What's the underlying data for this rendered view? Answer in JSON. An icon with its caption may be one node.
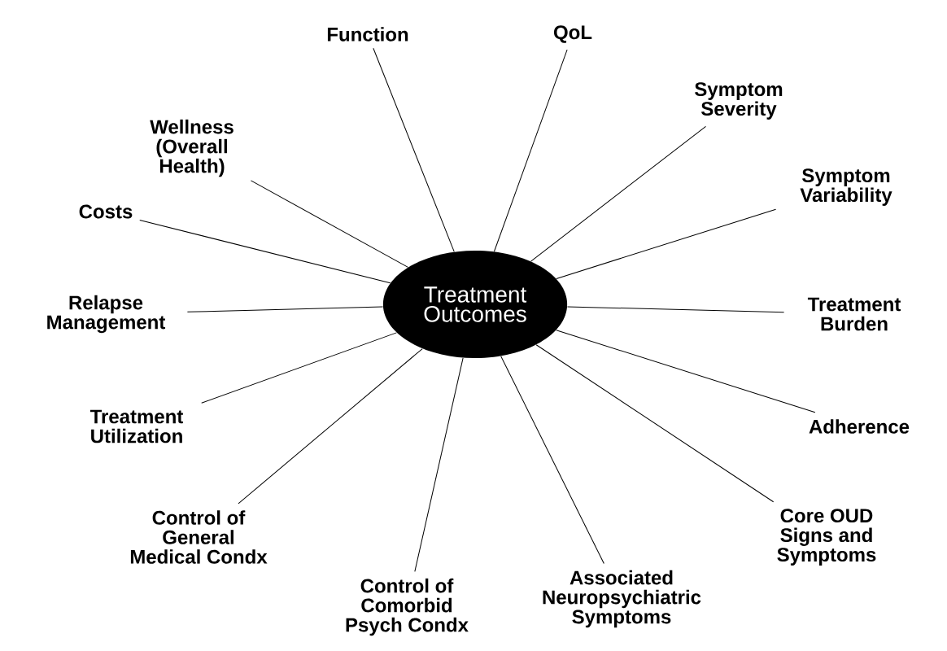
{
  "diagram": {
    "nodes": [
      {
        "text": [
          "Treatment Outcomes"
        ]
      },
      {
        "text": [
          "Function"
        ]
      },
      {
        "text": [
          "QoL"
        ]
      },
      {
        "text": [
          "Symptom Severity"
        ]
      },
      {
        "text": [
          "Symptom Variability"
        ]
      },
      {
        "text": [
          "Treatment Burden"
        ]
      },
      {
        "text": [
          "Adherence"
        ]
      },
      {
        "text": [
          "Core OUD Signs and Symptoms"
        ]
      },
      {
        "text": [
          "Associated Neuropsychiatric Symptoms"
        ]
      },
      {
        "text": [
          "Control of Comorbid Psych Condx"
        ]
      },
      {
        "text": [
          "Control of General Medical Condx"
        ]
      },
      {
        "text": [
          "Treatment Utilization"
        ]
      },
      {
        "text": [
          "Relapse Management"
        ]
      },
      {
        "text": [
          "Costs"
        ]
      },
      {
        "text": [
          "Wellness (Overall Health)"
        ]
      }
    ],
    "edges": [
      {
        "from": 0,
        "to": 1,
        "arrow": "none"
      },
      {
        "from": 0,
        "to": 2,
        "arrow": "none"
      },
      {
        "from": 0,
        "to": 3,
        "arrow": "none"
      },
      {
        "from": 0,
        "to": 4,
        "arrow": "none"
      },
      {
        "from": 0,
        "to": 5,
        "arrow": "none"
      },
      {
        "from": 0,
        "to": 6,
        "arrow": "none"
      },
      {
        "from": 0,
        "to": 7,
        "arrow": "none"
      },
      {
        "from": 0,
        "to": 8,
        "arrow": "none"
      },
      {
        "from": 0,
        "to": 9,
        "arrow": "none"
      },
      {
        "from": 0,
        "to": 10,
        "arrow": "none"
      },
      {
        "from": 0,
        "to": 11,
        "arrow": "none"
      },
      {
        "from": 0,
        "to": 12,
        "arrow": "none"
      },
      {
        "from": 0,
        "to": 13,
        "arrow": "none"
      },
      {
        "from": 0,
        "to": 14,
        "arrow": "none"
      }
    ]
  }
}
